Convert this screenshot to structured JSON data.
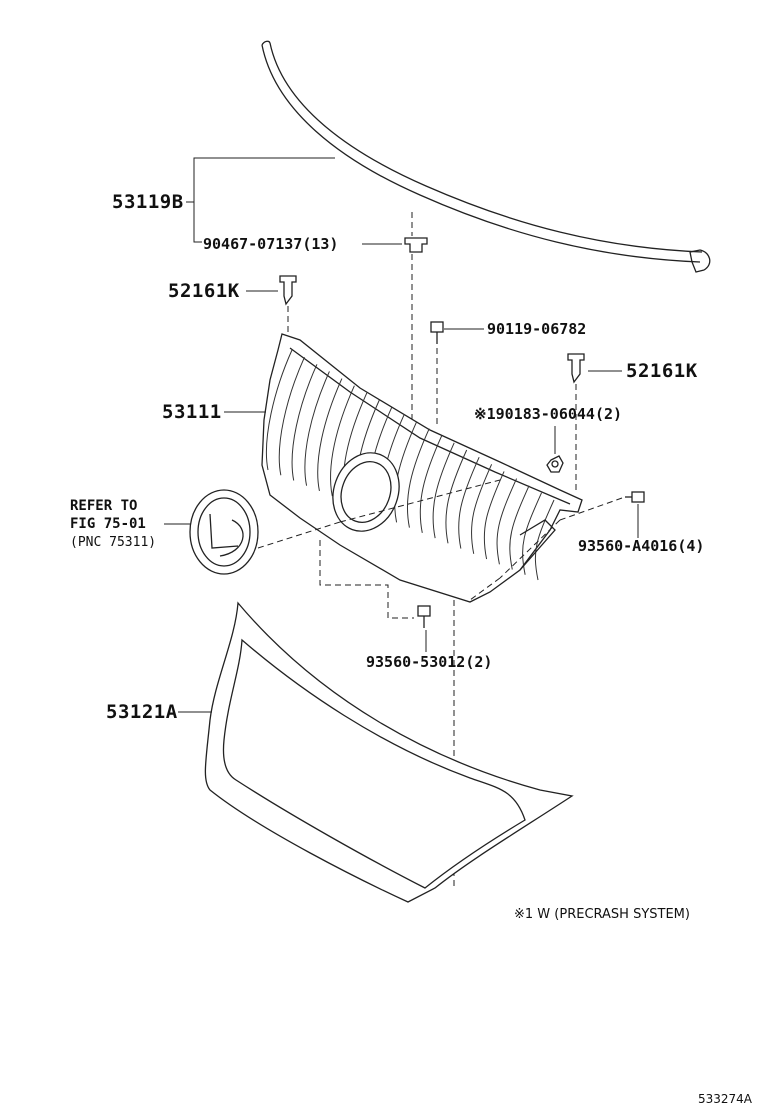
{
  "callouts": {
    "molding": "53119B",
    "molding_clip": "90467-07137(13)",
    "clip_left": "52161K",
    "screw_top": "90119-06782",
    "clip_right": "52161K",
    "grille": "53111",
    "nut": "※190183-06044(2)",
    "screw_right": "93560-A4016(4)",
    "screw_bottom": "93560-53012(2)",
    "frame": "53121A"
  },
  "reference": {
    "line1": "REFER TO",
    "line2": "FIG 75-01",
    "line3": "(PNC 75311)"
  },
  "footnote": "※1 W (PRECRASH SYSTEM)",
  "illustration_id": "533274A"
}
